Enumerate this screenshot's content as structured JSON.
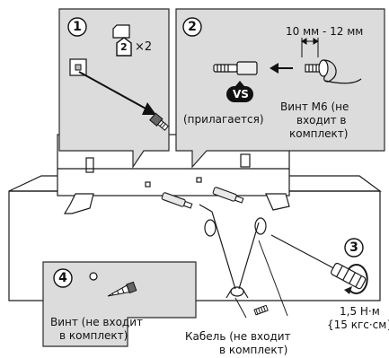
{
  "colors": {
    "panel_bg": "#dcdcdc",
    "panel_stroke": "#2a2a2a",
    "line": "#1a1a1a",
    "tv_fill": "#ffffff",
    "badge_fill": "#111111",
    "badge_text": "#ffffff"
  },
  "panels": {
    "p1": {
      "step": "1",
      "multiplier": "×2",
      "icon_digit": "2",
      "icon": "bracket-house-icon"
    },
    "p2": {
      "step": "2",
      "dimension": "10 мм - 12 мм",
      "badge": "VS",
      "included_label": "(прилагается)",
      "screw_label_1": "Винт M6 (не",
      "screw_label_2": "входит в",
      "screw_label_3": "комплект)"
    },
    "p4": {
      "step": "4",
      "screw_label_1": "Винт (не входит",
      "screw_label_2": "в комплект)"
    }
  },
  "torque": {
    "step": "3",
    "value_1": "1,5 Н·м",
    "value_2": "{15 кгс·см}"
  },
  "cable": {
    "label_1": "Кабель (не входит",
    "label_2": "в комплект)"
  }
}
